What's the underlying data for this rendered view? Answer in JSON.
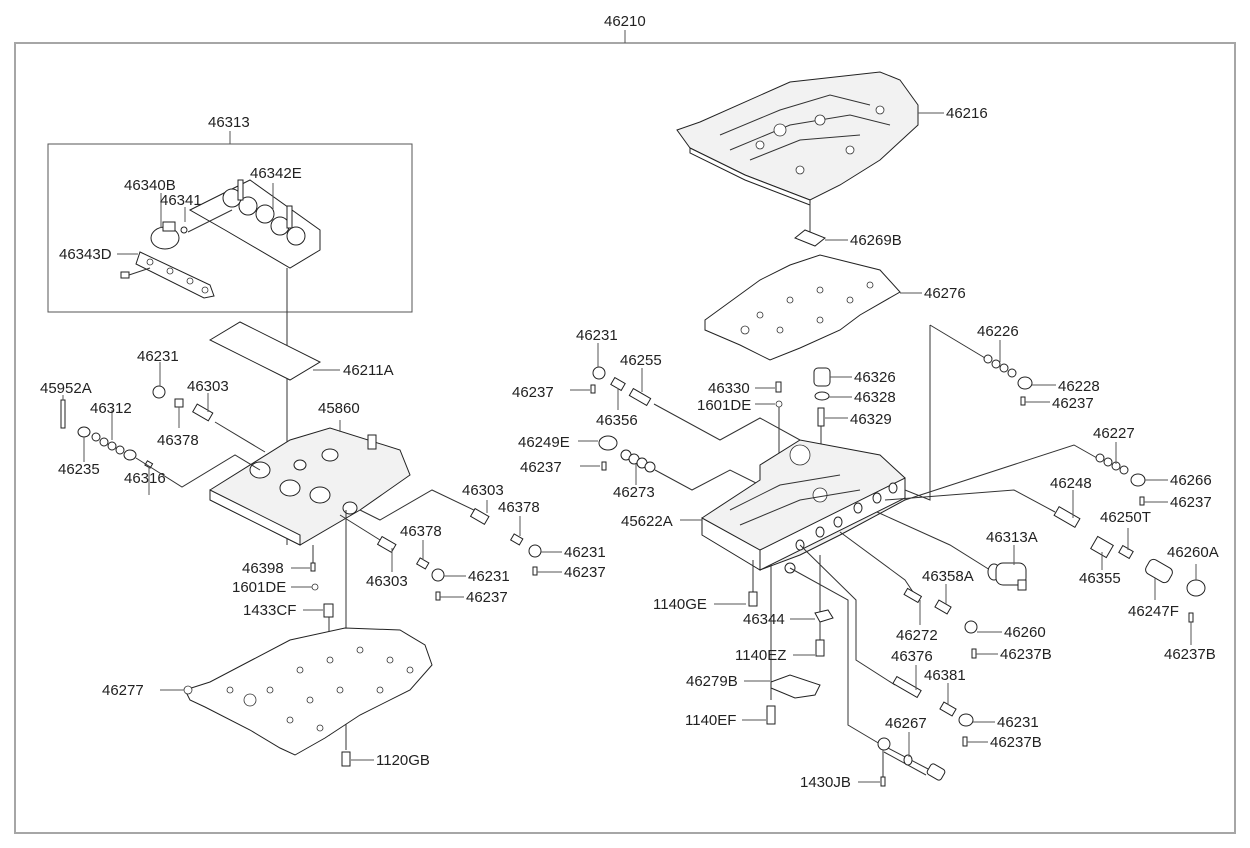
{
  "diagram": {
    "title": "46210",
    "subassembly": {
      "title": "46313",
      "parts": [
        "46340B",
        "46341",
        "46342E",
        "46343D"
      ]
    },
    "left_group": [
      "46211A",
      "45952A",
      "46231",
      "46312",
      "46303",
      "46378",
      "46235",
      "46316",
      "45860",
      "46303",
      "46378",
      "46231",
      "46237",
      "46398",
      "46303",
      "46378",
      "46231",
      "1601DE",
      "46237",
      "1433CF",
      "46277",
      "1120GB"
    ],
    "right_group": [
      "46216",
      "46269B",
      "46276",
      "46231",
      "46255",
      "46237",
      "46356",
      "46330",
      "1601DE",
      "46326",
      "46328",
      "46329",
      "46249E",
      "46237",
      "46273",
      "45622A",
      "46226",
      "46228",
      "46237",
      "46227",
      "46266",
      "46237",
      "46248",
      "46250T",
      "46313A",
      "46355",
      "46260A",
      "46247F",
      "46237B",
      "1140GE",
      "46344",
      "46358A",
      "46272",
      "46260",
      "1140EZ",
      "46237B",
      "46279B",
      "46376",
      "46381",
      "1140EF",
      "46231",
      "46237B",
      "46267",
      "1430JB"
    ]
  },
  "labels": {
    "l46210": "46210",
    "l46313": "46313",
    "l46340B": "46340B",
    "l46341": "46341",
    "l46342E": "46342E",
    "l46343D": "46343D",
    "l46211A": "46211A",
    "l45952A": "45952A",
    "l46231a": "46231",
    "l46312": "46312",
    "l46303a": "46303",
    "l46378a": "46378",
    "l46235": "46235",
    "l46316": "46316",
    "l45860": "45860",
    "l46303b": "46303",
    "l46378b": "46378",
    "l46231b": "46231",
    "l46237b": "46237",
    "l46398": "46398",
    "l46303c": "46303",
    "l46378c": "46378",
    "l46231c": "46231",
    "l1601DEa": "1601DE",
    "l46237c": "46237",
    "l1433CF": "1433CF",
    "l46277": "46277",
    "l1120GB": "1120GB",
    "l46216": "46216",
    "l46269B": "46269B",
    "l46276": "46276",
    "l46231d": "46231",
    "l46255": "46255",
    "l46237d": "46237",
    "l46356": "46356",
    "l46330": "46330",
    "l1601DEb": "1601DE",
    "l46326": "46326",
    "l46328": "46328",
    "l46329": "46329",
    "l46249E": "46249E",
    "l46237e": "46237",
    "l46273": "46273",
    "l45622A": "45622A",
    "l46226": "46226",
    "l46228": "46228",
    "l46237f": "46237",
    "l46227": "46227",
    "l46266": "46266",
    "l46237g": "46237",
    "l46248": "46248",
    "l46250T": "46250T",
    "l46313A": "46313A",
    "l46355": "46355",
    "l46260A": "46260A",
    "l46247F": "46247F",
    "l46237Ba": "46237B",
    "l1140GE": "1140GE",
    "l46344": "46344",
    "l46358A": "46358A",
    "l46272": "46272",
    "l46260": "46260",
    "l1140EZ": "1140EZ",
    "l46237Bb": "46237B",
    "l46279B": "46279B",
    "l46376": "46376",
    "l46381": "46381",
    "l1140EF": "1140EF",
    "l46231e": "46231",
    "l46237Bc": "46237B",
    "l46267": "46267",
    "l1430JB": "1430JB"
  }
}
